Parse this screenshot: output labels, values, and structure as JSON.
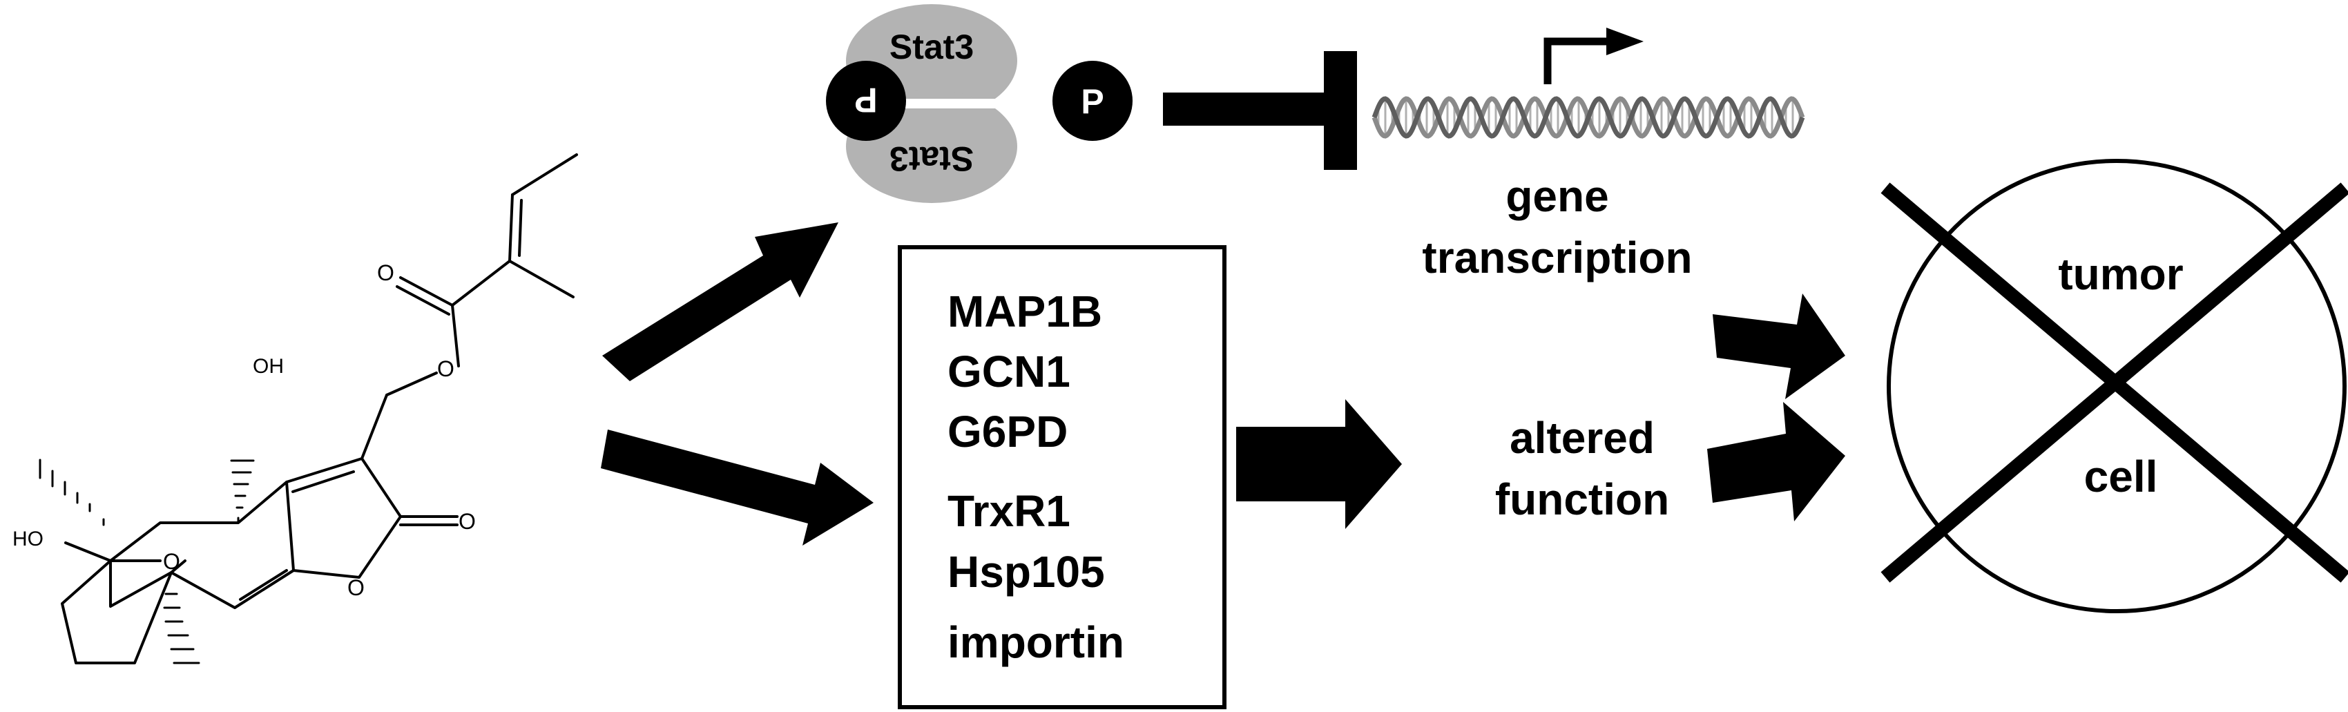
{
  "colors": {
    "ink": "#000000",
    "stat_oval": "#b3b3b3",
    "dna_strand": "#8a8a8a",
    "background": "#ffffff"
  },
  "molecule": {
    "atoms": {
      "oh": "OH",
      "ho": "HO",
      "o": "O"
    }
  },
  "stat_dimer": {
    "top_label": "Stat3",
    "bottom_label": "Stat3",
    "phospho_left": "P",
    "phospho_right": "P"
  },
  "gene_transcription": {
    "line1": "gene",
    "line2": "transcription"
  },
  "targets_box": {
    "items": [
      "MAP1B",
      "GCN1",
      "G6PD",
      "TrxR1",
      "Hsp105",
      "importin"
    ]
  },
  "altered_function": {
    "line1": "altered",
    "line2": "function"
  },
  "tumor_cell": {
    "line1": "tumor",
    "line2": "cell"
  },
  "icons": {
    "inhibition": "t-bar-inhibition-icon",
    "promoter": "bent-arrow-promoter-icon",
    "dna": "double-helix-icon",
    "blocked": "x-cross-icon"
  }
}
